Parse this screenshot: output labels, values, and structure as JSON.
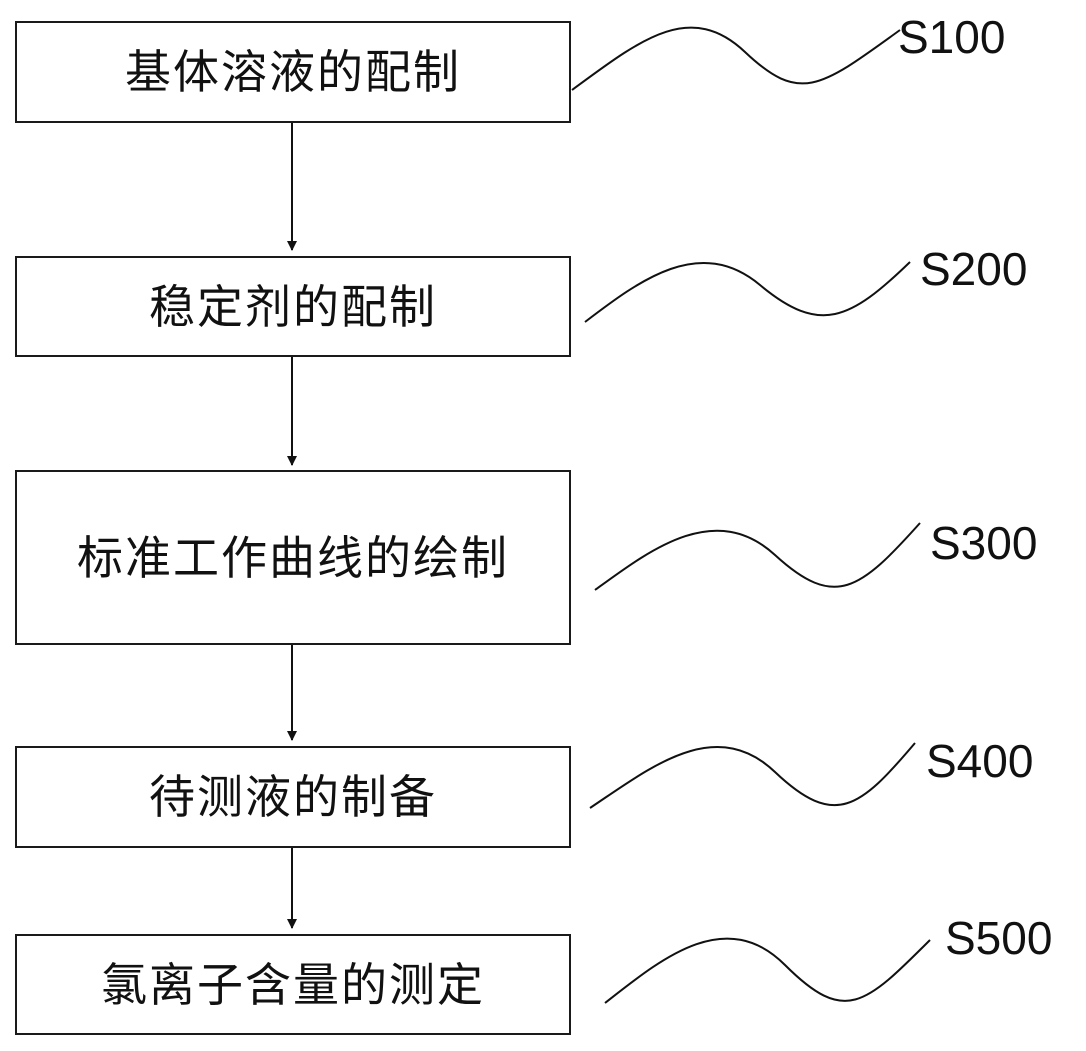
{
  "steps": [
    {
      "id": "S100",
      "text": "基体溶液的配制"
    },
    {
      "id": "S200",
      "text": "稳定剂的配制"
    },
    {
      "id": "S300",
      "text": "标准工作曲线的绘制"
    },
    {
      "id": "S400",
      "text": "待测液的制备"
    },
    {
      "id": "S500",
      "text": "氯离子含量的测定"
    }
  ]
}
